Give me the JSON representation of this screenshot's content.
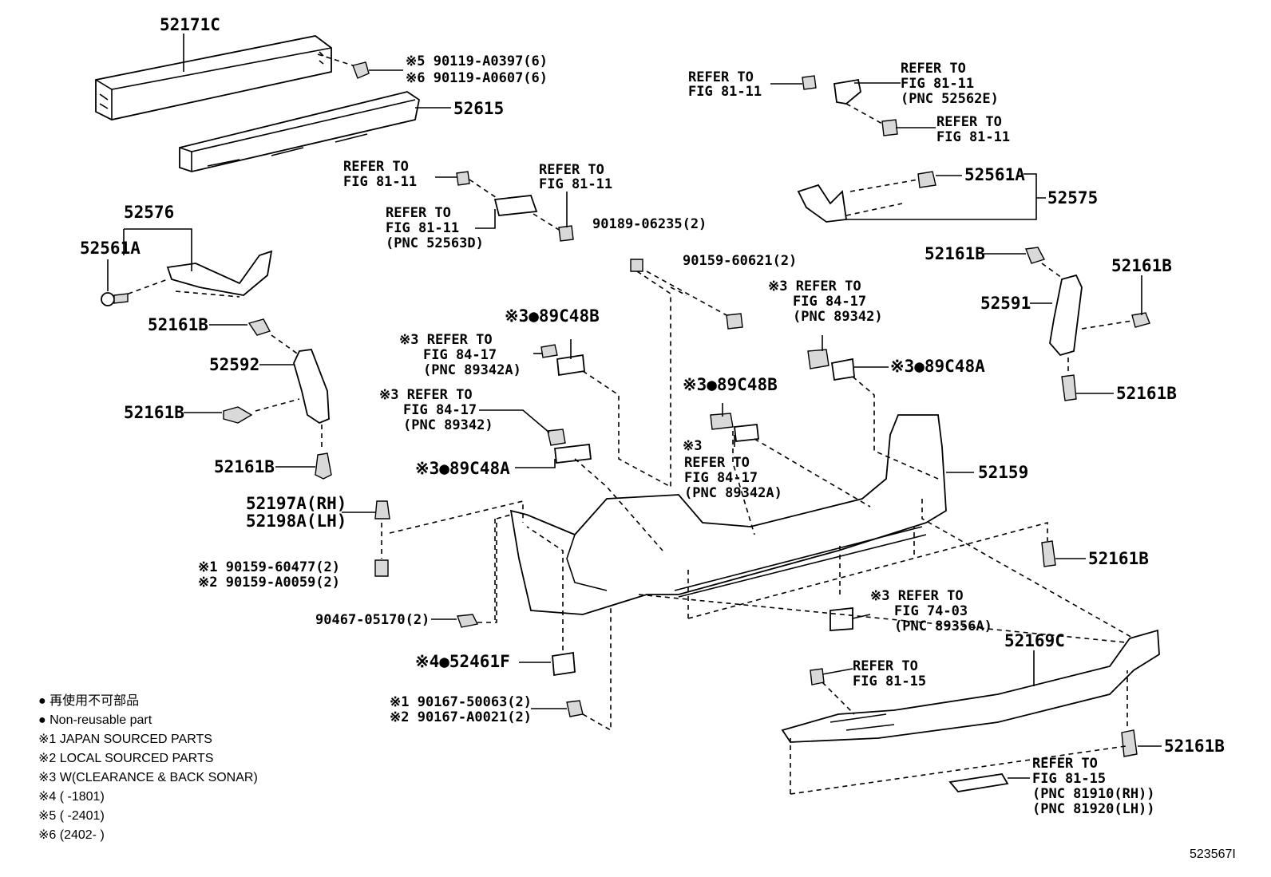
{
  "parts": {
    "p52171C": "52171C",
    "p52615": "52615",
    "bolt1": "※5 90119-A0397(6)",
    "bolt2": "※6 90119-A0607(6)",
    "p52576": "52576",
    "p52561A_left": "52561A",
    "p52161B_a": "52161B",
    "p52592": "52592",
    "p52161B_b": "52161B",
    "p52161B_c": "52161B",
    "p52197A": "52197A(RH)",
    "p52198A": "52198A(LH)",
    "screw1": "※1 90159-60477(2)",
    "screw2": "※2 90159-A0059(2)",
    "p90467": "90467-05170(2)",
    "p52461F": "※4●52461F",
    "clip1": "※1 90167-50063(2)",
    "clip2": "※2 90167-A0021(2)",
    "p89C48B_1": "※3●89C48B",
    "p89C48A_1": "※3●89C48A",
    "p89C48B_2": "※3●89C48B",
    "p89C48A_2": "※3●89C48A",
    "p90189": "90189-06235(2)",
    "p90159_60621": "90159-60621(2)",
    "p52561A_right": "52561A",
    "p52575": "52575",
    "p52161B_d": "52161B",
    "p52161B_e": "52161B",
    "p52591": "52591",
    "p52161B_f": "52161B",
    "p52159": "52159",
    "p52161B_g": "52161B",
    "p52169C": "52169C",
    "p52161B_h": "52161B"
  },
  "refs": {
    "r1_a": "REFER TO",
    "r1_b": "FIG 81-11",
    "r2_a": "REFER TO",
    "r2_b": "FIG 81-11",
    "r3_a": "REFER TO",
    "r3_b": "FIG 81-11",
    "r3_c": "(PNC 52563D)",
    "r4_a": "REFER TO",
    "r4_b": "FIG 81-11",
    "r5_a": "REFER TO",
    "r5_b": "FIG 81-11",
    "r5_c": "(PNC 52562E)",
    "r6_a": "REFER TO",
    "r6_b": "FIG 81-11",
    "r7_a": "※3 REFER TO",
    "r7_b": "FIG 84-17",
    "r7_c": "(PNC 89342A)",
    "r8_a": "※3 REFER TO",
    "r8_b": "FIG 84-17",
    "r8_c": "(PNC 89342)",
    "r9_a": "※3 REFER TO",
    "r9_b": "FIG 84-17",
    "r9_c": "(PNC 89342)",
    "r10_a": "※3",
    "r10_b": "REFER TO",
    "r10_c": "FIG 84-17",
    "r10_d": "(PNC 89342A)",
    "r11_a": "※3 REFER TO",
    "r11_b": "FIG 74-03",
    "r11_c": "(PNC 89356A)",
    "r12_a": "REFER TO",
    "r12_b": "FIG 81-15",
    "r13_a": "REFER TO",
    "r13_b": "FIG 81-15",
    "r13_c": "(PNC 81910(RH))",
    "r13_d": "(PNC 81920(LH))"
  },
  "legend": {
    "l1": "● 再使用不可部品",
    "l2": "● Non-reusable part",
    "l3": "※1 JAPAN SOURCED PARTS",
    "l4": "※2 LOCAL SOURCED PARTS",
    "l5": "※3 W(CLEARANCE & BACK SONAR)",
    "l6": "※4 (      -1801)",
    "l7": "※5 (      -2401)",
    "l8": "※6 (2402-      )"
  },
  "diagram_id": "523567I"
}
